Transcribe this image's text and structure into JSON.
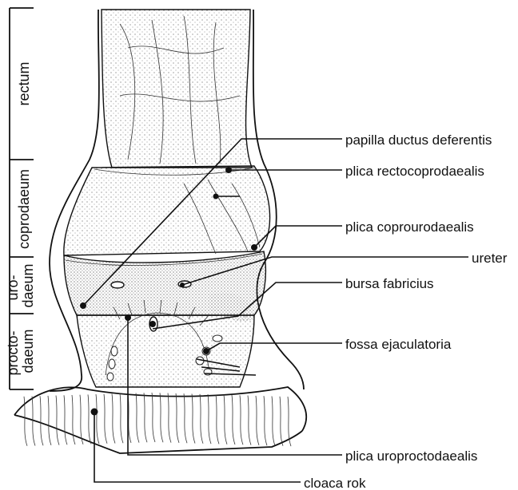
{
  "figure": {
    "colors": {
      "ink": "#111111",
      "stipple": "#555555",
      "background": "#ffffff"
    },
    "segments": [
      {
        "label": "rectum"
      },
      {
        "label": "coprodaeum"
      },
      {
        "label": "uro-\ndaeum"
      },
      {
        "label": "procto-\ndaeum"
      }
    ],
    "labels": [
      {
        "text": "papilla ductus deferentis"
      },
      {
        "text": "plica rectocoprodaealis"
      },
      {
        "text": "plica coprourodaealis"
      },
      {
        "text": "ureter"
      },
      {
        "text": "bursa fabricius"
      },
      {
        "text": "fossa ejaculatoria"
      },
      {
        "text": "plica uroproctodaealis"
      },
      {
        "text": "cloaca rok"
      }
    ]
  }
}
